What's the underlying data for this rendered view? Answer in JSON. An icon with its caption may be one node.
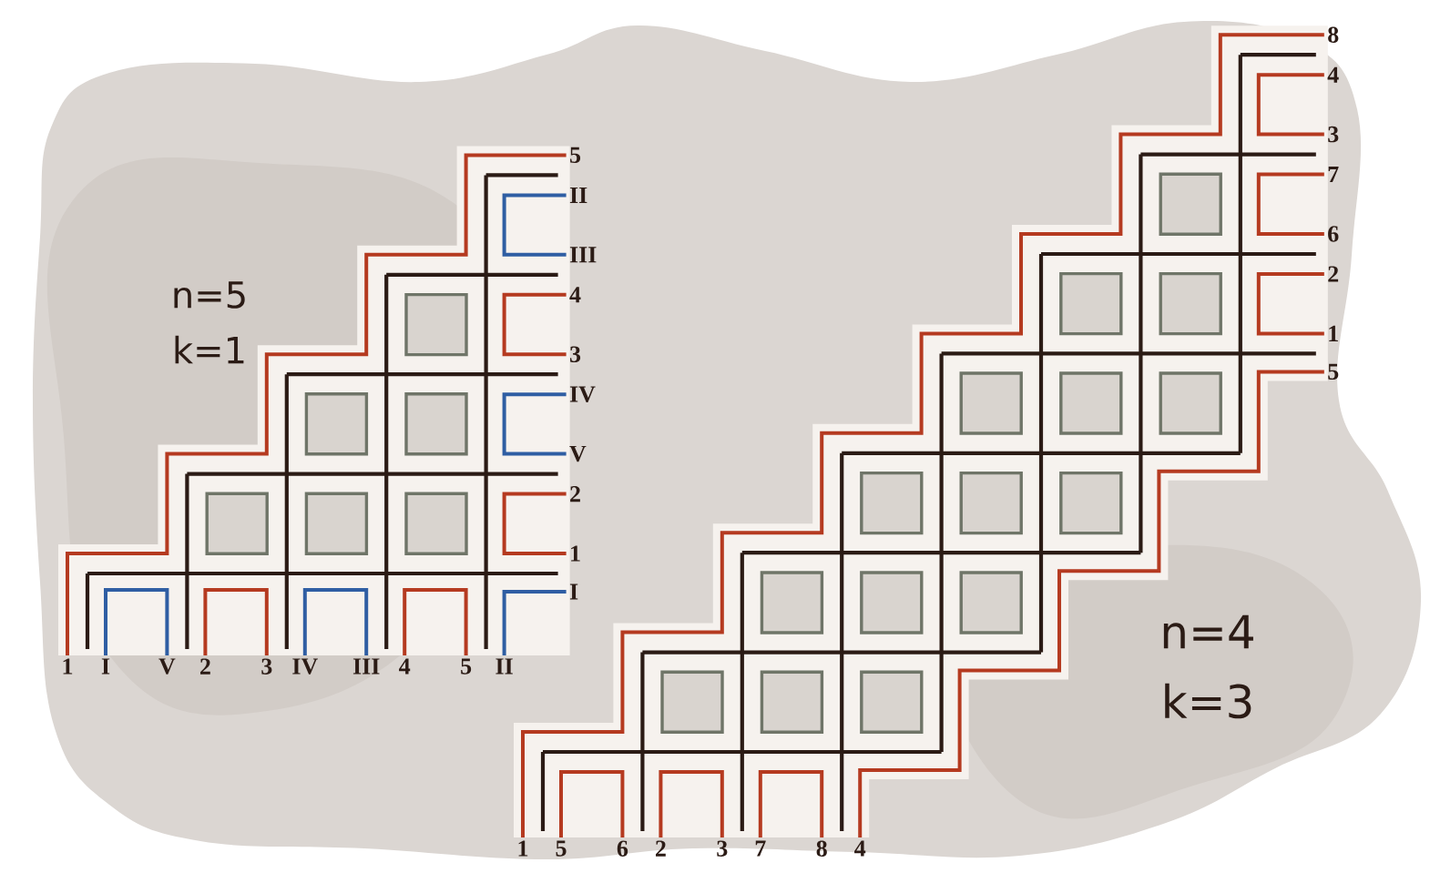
{
  "diagram": {
    "nodes": [
      {
        "text": [
          "5"
        ]
      },
      {
        "text": [
          "II"
        ]
      },
      {
        "text": [
          "III"
        ]
      },
      {
        "text": [
          "4"
        ]
      },
      {
        "text": [
          "3"
        ]
      },
      {
        "text": [
          "IV"
        ]
      },
      {
        "text": [
          "V"
        ]
      },
      {
        "text": [
          "2"
        ]
      },
      {
        "text": [
          "1"
        ]
      },
      {
        "text": [
          "I"
        ]
      },
      {
        "text": [
          "1"
        ]
      },
      {
        "text": [
          "I"
        ]
      },
      {
        "text": [
          "V"
        ]
      },
      {
        "text": [
          "2"
        ]
      },
      {
        "text": [
          "3"
        ]
      },
      {
        "text": [
          "IV"
        ]
      },
      {
        "text": [
          "III"
        ]
      },
      {
        "text": [
          "4"
        ]
      },
      {
        "text": [
          "5"
        ]
      },
      {
        "text": [
          "II"
        ]
      },
      {
        "text": [
          "8"
        ]
      },
      {
        "text": [
          "4"
        ]
      },
      {
        "text": [
          "3"
        ]
      },
      {
        "text": [
          "7"
        ]
      },
      {
        "text": [
          "6"
        ]
      },
      {
        "text": [
          "2"
        ]
      },
      {
        "text": [
          "1"
        ]
      },
      {
        "text": [
          "5"
        ]
      },
      {
        "text": [
          "1"
        ]
      },
      {
        "text": [
          "5"
        ]
      },
      {
        "text": [
          "6"
        ]
      },
      {
        "text": [
          "2"
        ]
      },
      {
        "text": [
          "3"
        ]
      },
      {
        "text": [
          "7"
        ]
      },
      {
        "text": [
          "8"
        ]
      },
      {
        "text": [
          "4"
        ]
      }
    ],
    "edges": [
      {
        "from": 10,
        "to": 0,
        "arrow": "none"
      },
      {
        "from": 11,
        "to": 12,
        "arrow": "none",
        "color": "#2f5ea3"
      },
      {
        "from": 13,
        "to": 14,
        "arrow": "none"
      },
      {
        "from": 15,
        "to": 16,
        "arrow": "none",
        "color": "#2f5ea3"
      },
      {
        "from": 17,
        "to": 18,
        "arrow": "none"
      },
      {
        "from": 19,
        "to": 9,
        "arrow": "none",
        "color": "#2f5ea3"
      },
      {
        "from": 1,
        "to": 2,
        "arrow": "none",
        "color": "#2f5ea3"
      },
      {
        "from": 3,
        "to": 4,
        "arrow": "none"
      },
      {
        "from": 5,
        "to": 6,
        "arrow": "none",
        "color": "#2f5ea3"
      },
      {
        "from": 7,
        "to": 8,
        "arrow": "none"
      },
      {
        "from": 28,
        "to": 20,
        "arrow": "none"
      },
      {
        "from": 35,
        "to": 27,
        "arrow": "none"
      },
      {
        "from": 29,
        "to": 30,
        "arrow": "none"
      },
      {
        "from": 31,
        "to": 32,
        "arrow": "none"
      },
      {
        "from": 33,
        "to": 34,
        "arrow": "none"
      },
      {
        "from": 21,
        "to": 22,
        "arrow": "none"
      },
      {
        "from": 23,
        "to": 24,
        "arrow": "none"
      },
      {
        "from": 25,
        "to": 26,
        "arrow": "none"
      }
    ],
    "labels": [
      "n=5",
      "k=1",
      "n=4",
      "k=3"
    ]
  }
}
